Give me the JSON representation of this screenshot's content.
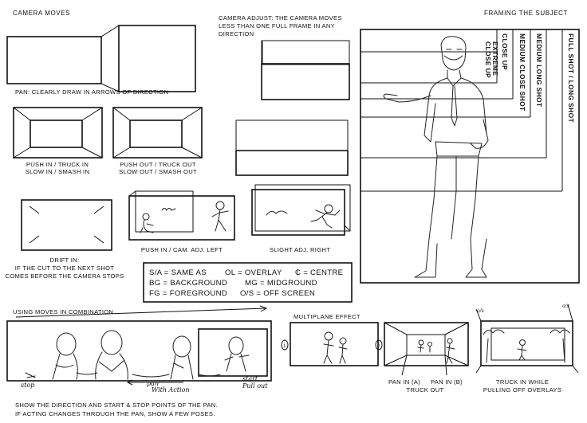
{
  "headers": {
    "camera_moves": "CAMERA MOVES",
    "framing_subject": "FRAMING THE SUBJECT"
  },
  "camera_adjust": {
    "line1": "CAMERA ADJUST: THE CAMERA MOVES",
    "line2": "LESS THAN ONE FULL FRAME IN ANY",
    "line3": "DIRECTION"
  },
  "pan": {
    "label": "PAN: CLEARLY DRAW IN ARROWS OF DIRECTION"
  },
  "push_in": {
    "line1": "PUSH IN / TRUCK IN",
    "line2": "SLOW IN / SMASH IN"
  },
  "push_out": {
    "line1": "PUSH OUT / TRUCK OUT",
    "line2": "SLOW OUT / SMASH OUT"
  },
  "drift_in": {
    "line1": "DRIFT IN:",
    "line2": "IF THE CUT TO THE NEXT SHOT",
    "line3": "COMES BEFORE THE CAMERA STOPS"
  },
  "push_in_adj": {
    "label": "PUSH IN / CAM. ADJ. LEFT"
  },
  "slight_adj": {
    "label": "SLIGHT ADJ. RIGHT"
  },
  "framing_labels": {
    "extreme_close_up_1": "EXTREME",
    "extreme_close_up_2": "CLOSE UP",
    "close_up": "CLOSE UP",
    "medium_close_shot": "MEDIUM CLOSE SHOT",
    "medium_long_shot": "MEDIUM LONG SHOT",
    "full_shot": "FULL SHOT / LONG SHOT"
  },
  "legend": {
    "sa": "S/A = SAME AS",
    "ol": "OL = OVERLAY",
    "centre": "₵ = CENTRE",
    "bg": "BG = BACKGROUND",
    "mg": "MG = MIDGROUND",
    "fg": "FG = FOREGROUND",
    "os": "O/S = OFF SCREEN"
  },
  "combination": {
    "title": "USING MOVES IN COMBINATION",
    "stop": "stop",
    "pan_with_action_1": "pan",
    "pan_with_action_2": "With Action",
    "start_1": "start",
    "start_2": "Pull out",
    "note1": "SHOW THE DIRECTION AND START & STOP POINTS OF THE PAN.",
    "note2": "IF ACTING CHANGES THROUGH THE PAN, SHOW A FEW POSES."
  },
  "multiplane": {
    "title": "MULTIPLANE EFFECT",
    "num1": "1",
    "num2": "2",
    "pan_a": "PAN IN (A)",
    "pan_b": "PAN IN (B)",
    "truck_out": "TRUCK OUT"
  },
  "truck_in": {
    "line1": "TRUCK IN WHILE",
    "line2": "PULLING OFF OVERLAYS",
    "os_mark": "o/s"
  }
}
